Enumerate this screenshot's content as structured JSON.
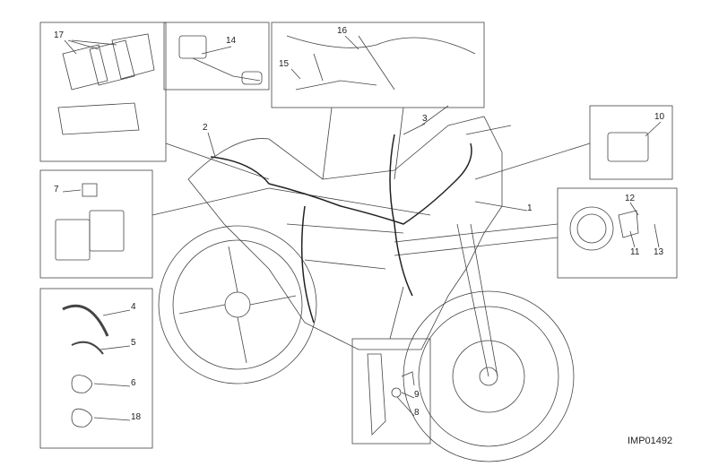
{
  "diagram": {
    "reference_code": "IMP01492",
    "callouts": [
      "1",
      "2",
      "3",
      "4",
      "5",
      "6",
      "7",
      "8",
      "9",
      "10",
      "11",
      "12",
      "13",
      "14",
      "15",
      "16",
      "17",
      "18"
    ]
  }
}
